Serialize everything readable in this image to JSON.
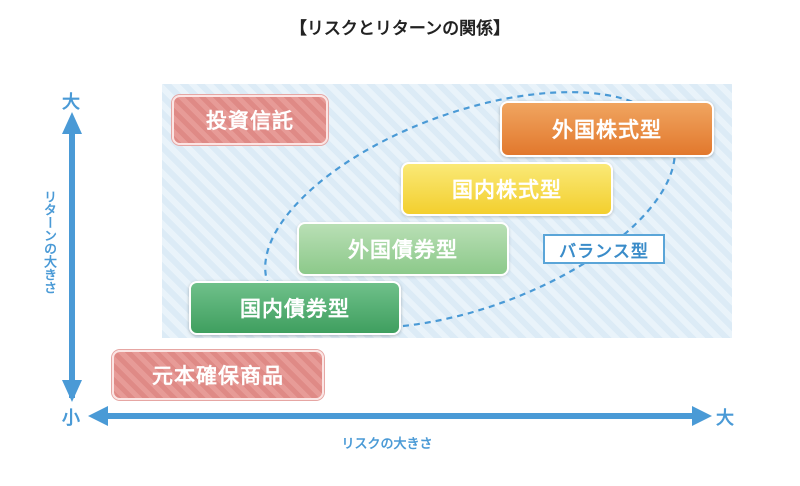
{
  "title": "【リスクとリターンの関係】",
  "axes": {
    "y_high": "大",
    "origin": "小",
    "x_high": "大",
    "y_label": "リターンの大きさ",
    "x_label": "リスクの大きさ"
  },
  "boxes": {
    "investment_trust": "投資信託",
    "foreign_stock": "外国株式型",
    "domestic_stock": "国内株式型",
    "foreign_bond": "外国債券型",
    "domestic_bond": "国内債券型",
    "principal_guaranteed": "元本確保商品",
    "balance": "バランス型"
  },
  "colors": {
    "axis": "#4a9ad6",
    "panel": "#dcebf6",
    "investment_trust": "#df8a86",
    "foreign_stock": "#e2782d",
    "domestic_stock": "#f3cf2e",
    "foreign_bond": "#8cc98a",
    "domestic_bond": "#3f9f5f"
  }
}
